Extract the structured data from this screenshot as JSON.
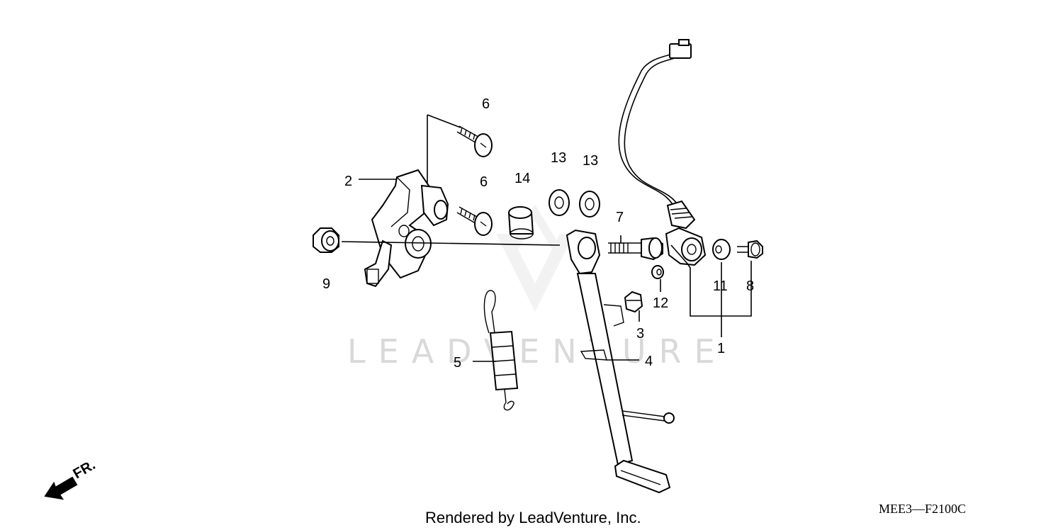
{
  "watermark": "LEADVENTURE",
  "footer": {
    "rendered_by": "Rendered by LeadVenture, Inc.",
    "diagram_code": "MEE3—F2100C"
  },
  "direction": {
    "label": "FR.",
    "icon": "arrow-front-icon"
  },
  "callouts": {
    "c1": "1",
    "c2": "2",
    "c3": "3",
    "c4": "4",
    "c5": "5",
    "c6a": "6",
    "c6b": "6",
    "c7": "7",
    "c8": "8",
    "c9": "9",
    "c11": "11",
    "c12": "12",
    "c13a": "13",
    "c13b": "13",
    "c14": "14"
  }
}
